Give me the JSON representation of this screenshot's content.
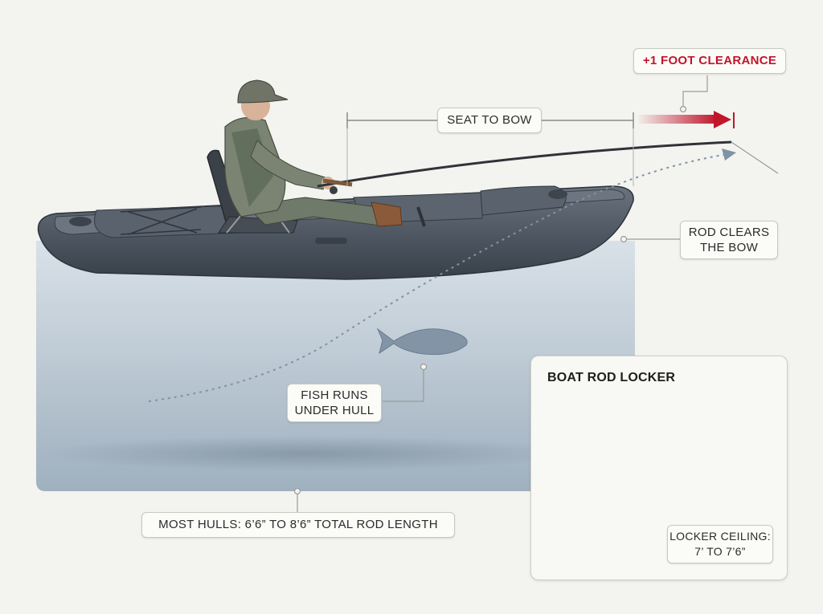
{
  "labels": {
    "clearance": "+1 FOOT CLEARANCE",
    "seat_to_bow": "SEAT TO BOW",
    "rod_clears": [
      "ROD CLEARS",
      "THE BOW"
    ],
    "fish_runs": [
      "FISH RUNS",
      "UNDER HULL"
    ],
    "most_hulls": "MOST HULLS: 6’6” TO 8’6” TOTAL ROD LENGTH",
    "locker_title": "BOAT ROD LOCKER",
    "locker_ceiling": [
      "LOCKER CEILING:",
      "7’ TO 7’6”"
    ]
  },
  "colors": {
    "background": "#f3f3ef",
    "water": "#b3c2cf",
    "kayak_hull": "#4f5863",
    "accent_red": "#c0152b",
    "dimension_line": "#8a8a8a"
  }
}
